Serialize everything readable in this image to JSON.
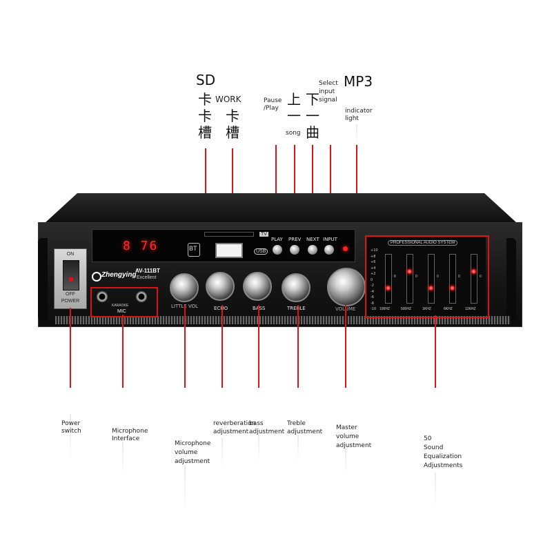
{
  "top_labels": {
    "sd_card_slot": {
      "lines": [
        "SD",
        "卡",
        "卡",
        "槽"
      ]
    },
    "work_slot": {
      "lines": [
        "WORK",
        "卡",
        "槽"
      ]
    },
    "pause_play": {
      "lines": [
        "Pause",
        "/Play"
      ]
    },
    "prev_song": {
      "lines": [
        "上",
        "一",
        "song"
      ]
    },
    "next_song": {
      "lines": [
        "下",
        "一",
        "曲"
      ]
    },
    "select_input": {
      "lines": [
        "Select",
        "input",
        "signal"
      ]
    },
    "mp3": "MP3",
    "indicator_light": {
      "lines": [
        "indicator",
        "light"
      ]
    }
  },
  "bottom_labels": {
    "power_switch": {
      "lines": [
        "Power",
        "switch"
      ]
    },
    "microphone_interface": {
      "lines": [
        "Microphone",
        "Interface"
      ]
    },
    "microphone_volume": {
      "lines": [
        "Microphone",
        "volume",
        "adjustment"
      ]
    },
    "reverberation": {
      "lines": [
        "reverberation",
        "adjustment"
      ]
    },
    "bass": {
      "lines": [
        "bass",
        "adjustment"
      ]
    },
    "treble": {
      "lines": [
        "Treble",
        "adjustment"
      ]
    },
    "master_volume": {
      "lines": [
        "Master",
        "volume",
        "adjustment"
      ]
    },
    "sound_eq": {
      "lines": [
        "50",
        "Sound",
        "Equalization",
        "Adjustments"
      ]
    }
  },
  "device": {
    "brand": "Zhengying",
    "model": "AV-111BT",
    "model_sub": "Excellent",
    "display_text": "8 76",
    "bt_label": "BT",
    "tv_label": "TV",
    "usb_label": "USB",
    "power_on": "ON",
    "power_off": "OFF",
    "power_label": "POWER",
    "mic_label": "MIC",
    "karaoke_label": "KARAOKE",
    "buttons": [
      "PLAY",
      "PREV",
      "NEXT",
      "INPUT"
    ],
    "knobs": [
      "LITTLE VOL",
      "ECHO",
      "BASS",
      "TREBLE",
      "VOLUME"
    ],
    "eq_title": "PROFESSIONAL AUDIO SYSTEM",
    "eq_bands": [
      "100HZ",
      "500HZ",
      "1KHZ",
      "6KHZ",
      "12KHZ"
    ],
    "eq_scale": [
      "+10",
      "+8",
      "+6",
      "+4",
      "+2",
      "0",
      "-2",
      "-4",
      "-6",
      "-8",
      "-10"
    ],
    "eq_levels": [
      -4,
      3,
      -4,
      -4,
      3
    ]
  },
  "colors": {
    "accent": "#d81414",
    "display": "#ff2a2a"
  }
}
